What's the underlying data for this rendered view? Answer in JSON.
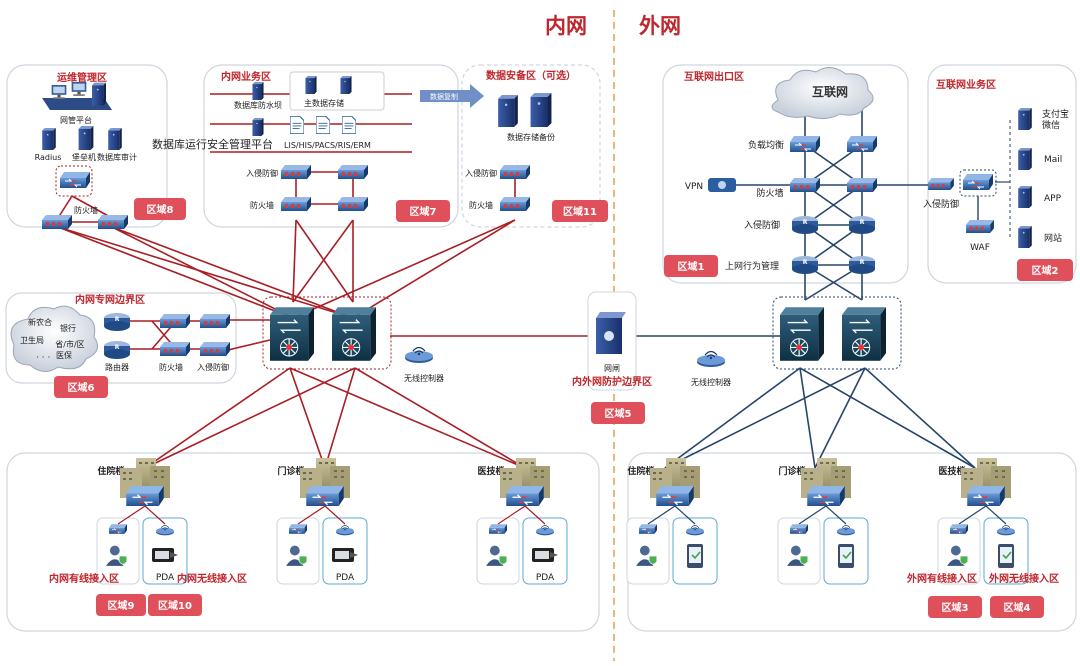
{
  "header": {
    "inner_network": "内网",
    "outer_network": "外网"
  },
  "zones": {
    "ops": {
      "title": "运维管理区",
      "badge": "区域8",
      "mgmt_platform": "网管平台",
      "radius": "Radius",
      "bastion": "堡垒机",
      "db_audit": "数据库审计",
      "firewall": "防火墙"
    },
    "inner_business": {
      "title": "内网业务区",
      "badge": "区域7",
      "db_tamper": "数据库防水坝",
      "main_storage": "主数据存储",
      "db_security_platform": "数据库运行安全管理平台",
      "systems": "LIS/HIS/PACS/RIS/ERM",
      "ips": "入侵防御",
      "firewall": "防火墙"
    },
    "backup": {
      "title": "数据安备区（可选）",
      "badge": "区域11",
      "replication": "数据复制",
      "storage_backup": "数据存储备份",
      "ips": "入侵防御",
      "firewall": "防火墙"
    },
    "inner_boundary": {
      "title": "内网专网边界区",
      "badge": "区域6",
      "cloud_items": [
        "新农合",
        "银行",
        "卫生局",
        "省/市/区",
        "医保"
      ],
      "router": "路由器",
      "firewall": "防火墙",
      "ips": "入侵防御"
    },
    "inner_core": {
      "wireless_controller": "无线控制器"
    },
    "gateway": {
      "device": "网闸",
      "title": "内外网防护边界区",
      "badge": "区域5"
    },
    "internet_exit": {
      "title": "互联网出口区",
      "badge": "区域1",
      "internet": "互联网",
      "load_balance": "负载均衡",
      "vpn": "VPN",
      "firewall": "防火墙",
      "ips": "入侵防御",
      "behavior": "上网行为管理"
    },
    "internet_business": {
      "title": "互联网业务区",
      "badge": "区域2",
      "services": [
        "支付宝\n微信",
        "Mail",
        "APP",
        "网站"
      ],
      "ips": "入侵防御",
      "waf": "WAF"
    },
    "outer_core": {
      "wireless_controller": "无线控制器"
    },
    "inner_access": {
      "buildings": [
        "住院楼",
        "门诊楼",
        "医技楼"
      ],
      "pda": "PDA",
      "wired_title": "内网有线接入区",
      "wireless_title": "内网无线接入区",
      "badge_wired": "区域9",
      "badge_wireless": "区域10"
    },
    "outer_access": {
      "buildings": [
        "住院楼",
        "门诊楼",
        "医技楼"
      ],
      "wired_title": "外网有线接入区",
      "wireless_title": "外网无线接入区",
      "badge_wired": "区域3",
      "badge_wireless": "区域4"
    }
  },
  "colors": {
    "accent_red": "#c0262d",
    "line_red": "#a81e24",
    "line_blue": "#27466a",
    "badge_bg": "#e0505a",
    "device_blue": "#1e4c8a"
  }
}
